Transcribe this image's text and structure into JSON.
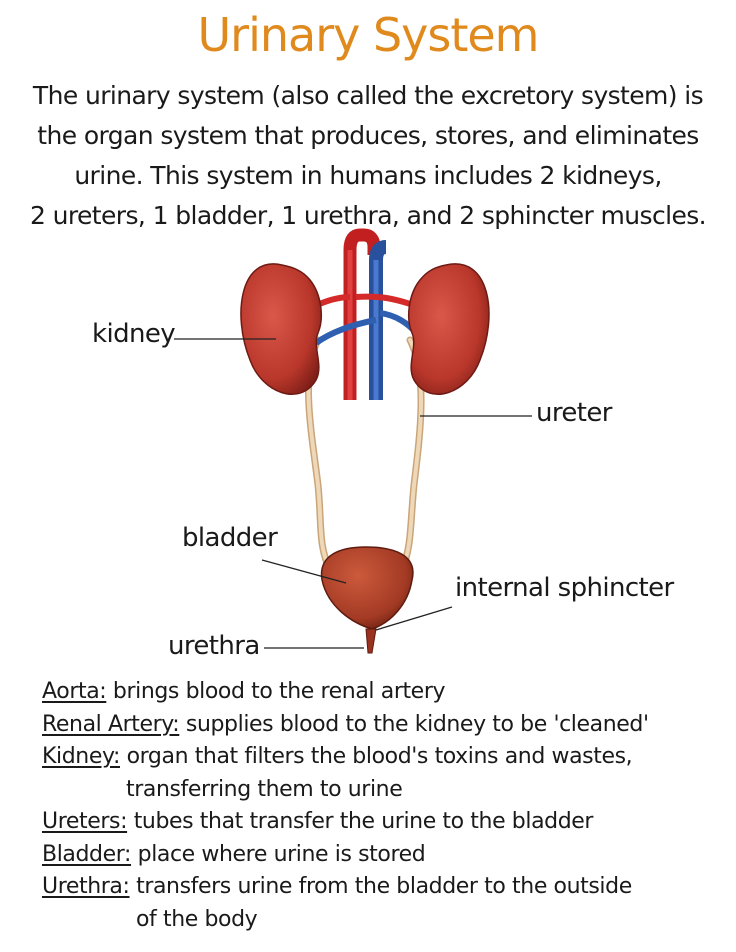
{
  "title": "Urinary System",
  "intro_lines": [
    "The urinary system (also called the excretory system) is",
    "the organ system that produces, stores, and eliminates",
    "urine. This system in humans includes 2 kidneys,",
    "2 ureters, 1 bladder, 1 urethra, and 2 sphincter muscles."
  ],
  "diagram_labels": {
    "kidney": "kidney",
    "ureter": "ureter",
    "bladder": "bladder",
    "internal_sphincter": "internal sphincter",
    "urethra": "urethra"
  },
  "definitions": [
    {
      "term": "Aorta:",
      "text": "brings blood to the renal artery"
    },
    {
      "term": "Renal Artery:",
      "text": "supplies blood to the kidney to be 'cleaned'"
    },
    {
      "term": "Kidney:",
      "text": "organ that filters the blood's toxins and wastes,",
      "continuation": "transferring them to urine"
    },
    {
      "term": "Ureters:",
      "text": "tubes that transfer the urine to the bladder"
    },
    {
      "term": "Bladder:",
      "text": "place where urine is stored"
    },
    {
      "term": "Urethra:",
      "text": "transfers urine from the bladder to the outside",
      "continuation": "of the body"
    }
  ],
  "colors": {
    "title": "#e08a1e",
    "kidney": "#b8362a",
    "artery": "#d42a2a",
    "vein": "#2f5fb0",
    "ureter": "#e6c9a3"
  }
}
